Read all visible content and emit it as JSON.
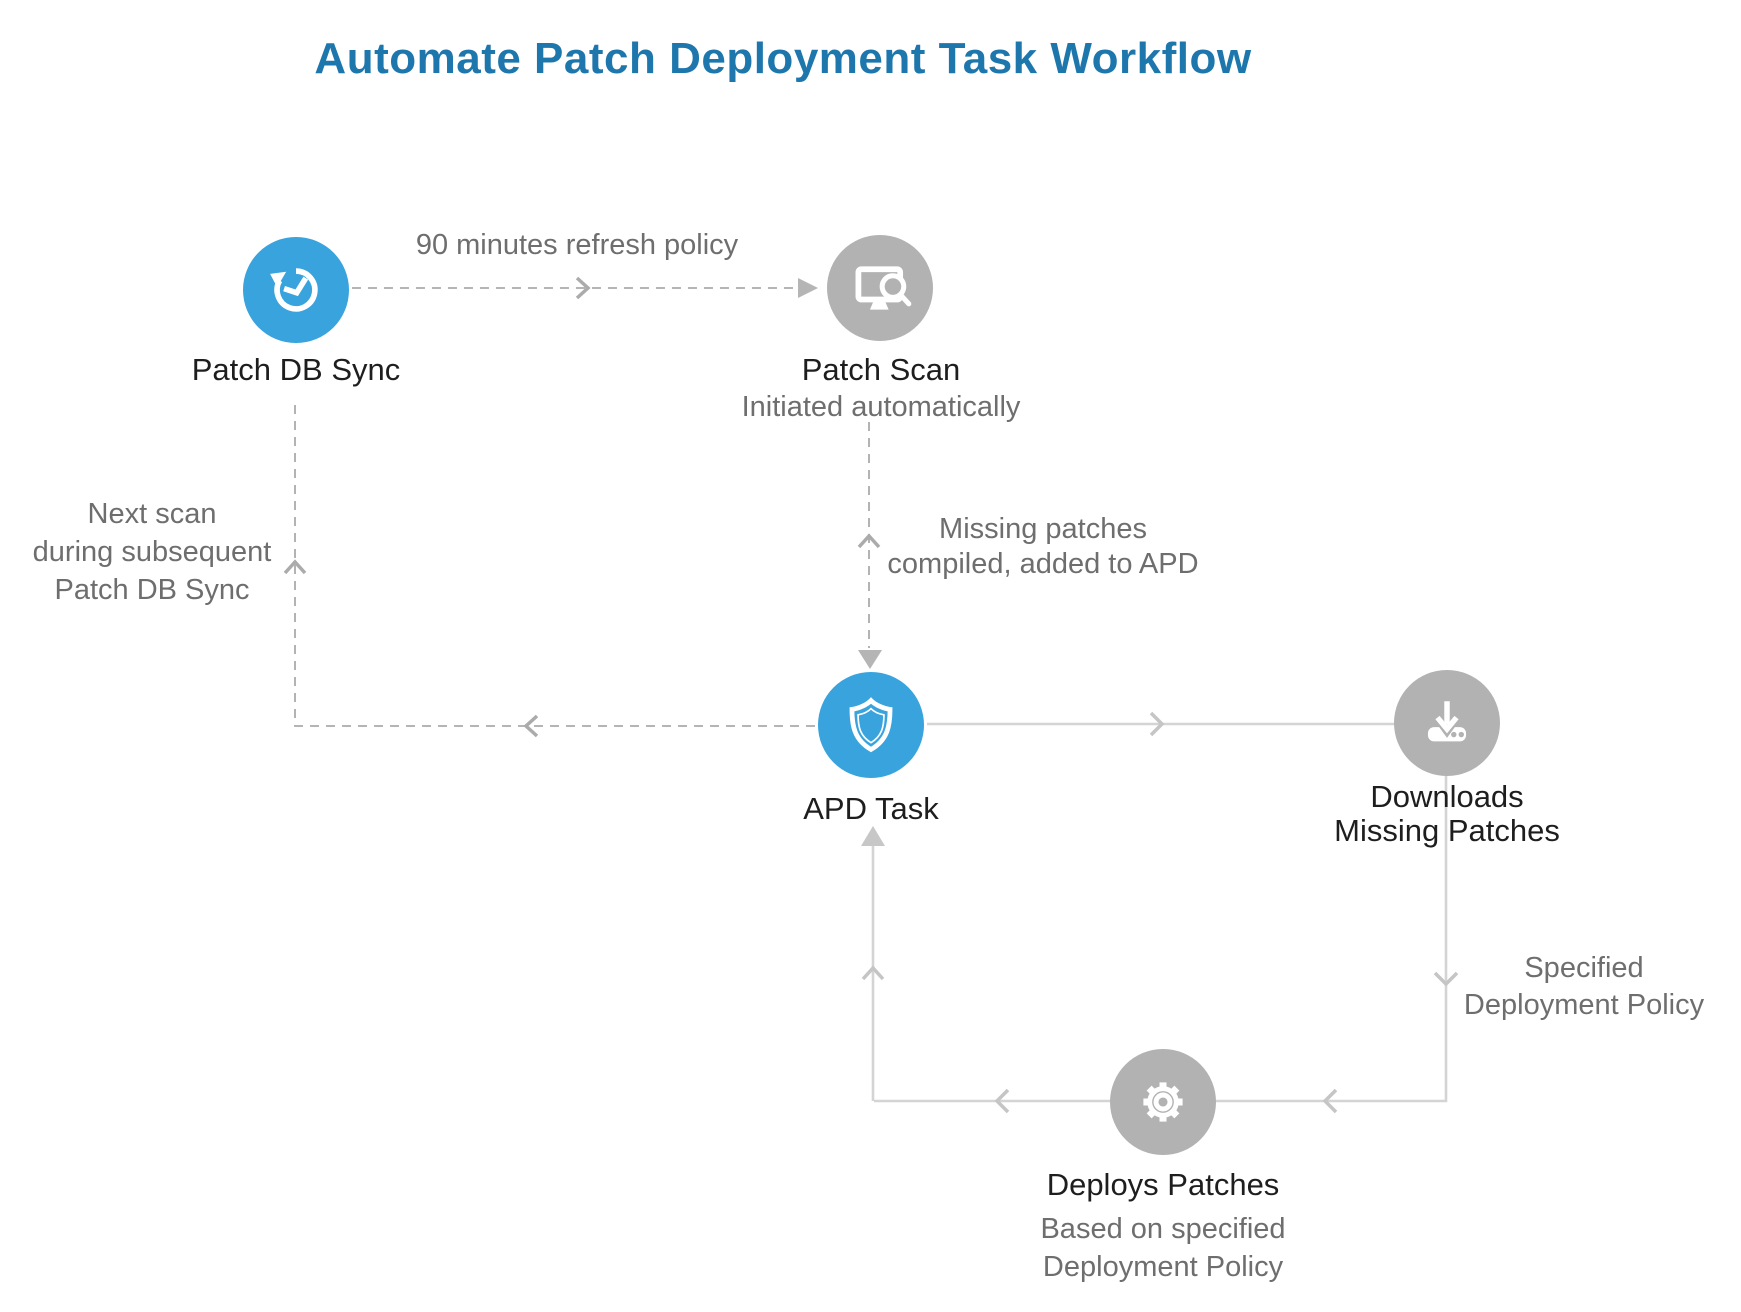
{
  "title": "Automate Patch Deployment Task Workflow",
  "colors": {
    "title_blue": "#1d77ad",
    "node_blue": "#39a3dd",
    "node_gray": "#b2b2b2",
    "label_dark": "#1e1e1e",
    "label_gray": "#6e6e6e",
    "dashed_line": "#ababab",
    "dashed_arrow": "#b5b5b5",
    "solid_line": "#d4d4d4",
    "solid_chevron": "#c5c5c5",
    "solid_arrow": "#c7c7c7"
  },
  "nodes": {
    "patch_db_sync": {
      "label": "Patch DB Sync",
      "icon": "history-sync-icon",
      "color": "#39a3dd"
    },
    "patch_scan": {
      "label": "Patch Scan",
      "sublabel": "Initiated automatically",
      "icon": "monitor-search-icon",
      "color": "#b2b2b2"
    },
    "apd_task": {
      "label": "APD Task",
      "icon": "shield-icon",
      "color": "#39a3dd"
    },
    "downloads": {
      "label_lines": [
        "Downloads",
        "Missing Patches"
      ],
      "icon": "download-icon",
      "color": "#b2b2b2"
    },
    "deploys": {
      "label": "Deploys Patches",
      "sublabel_lines": [
        "Based on specified",
        "Deployment Policy"
      ],
      "icon": "gear-icon",
      "color": "#b2b2b2"
    }
  },
  "edge_labels": {
    "refresh_policy": "90 minutes refresh policy",
    "missing_patches_lines": [
      "Missing patches",
      "compiled, added to APD"
    ],
    "next_scan_lines": [
      "Next scan",
      "during subsequent",
      "Patch DB Sync"
    ],
    "specified_policy_lines": [
      "Specified",
      "Deployment Policy"
    ]
  }
}
